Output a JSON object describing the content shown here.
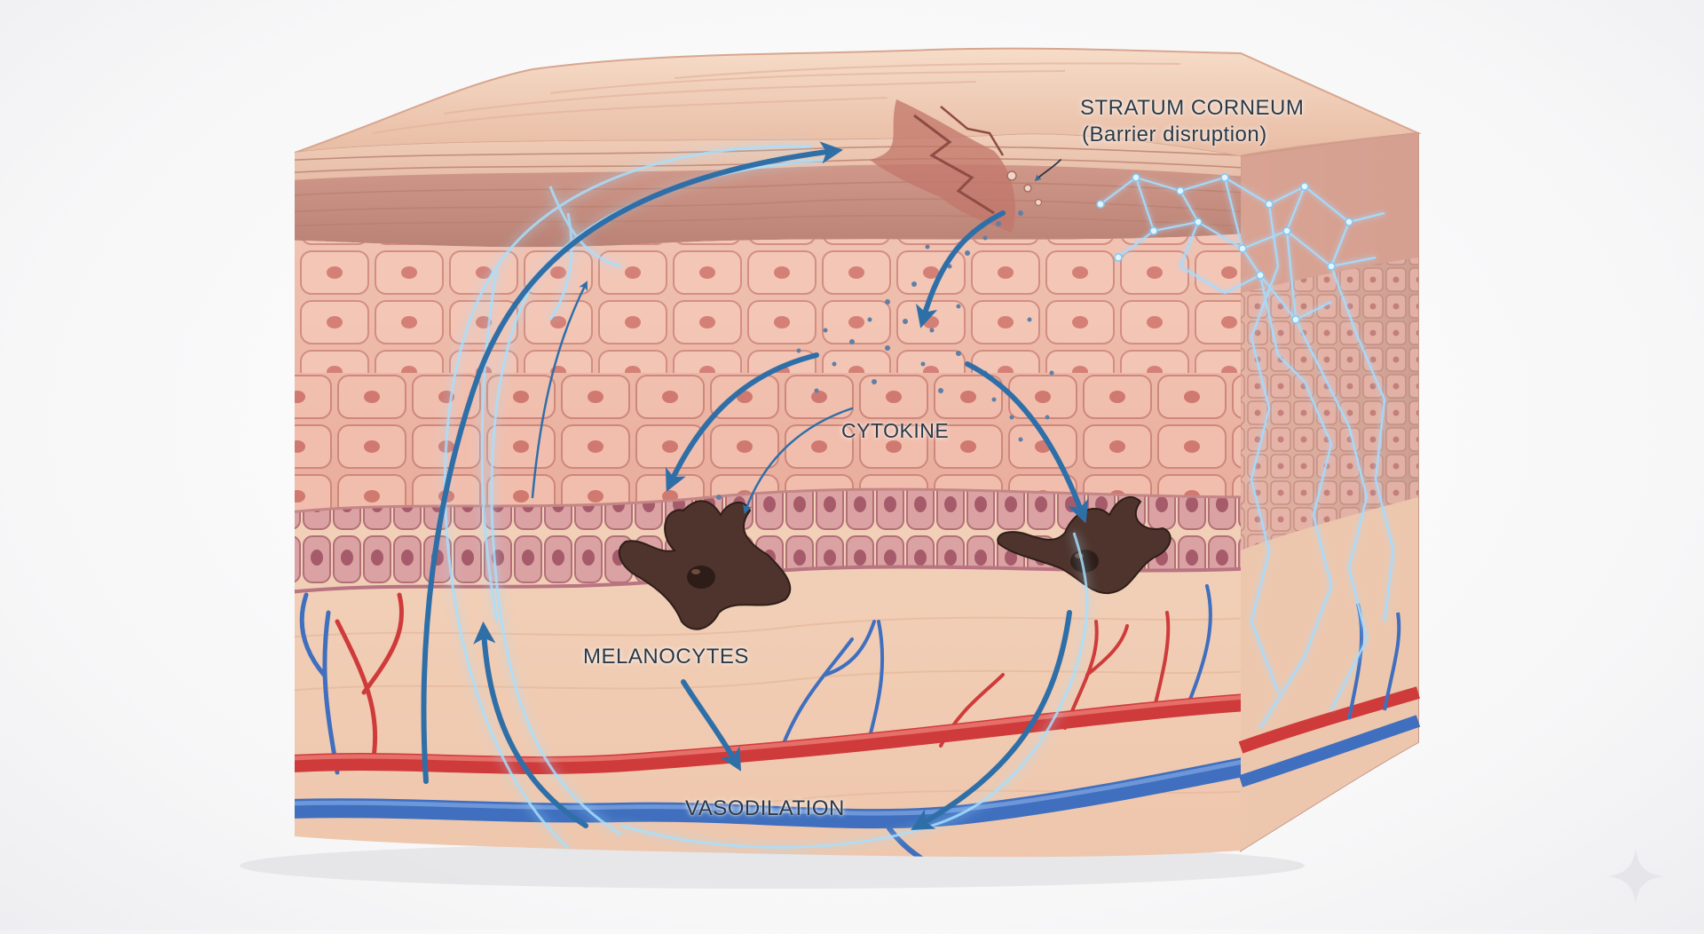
{
  "labels": {
    "stratum_corneum": "STRATUM CORNEUM",
    "barrier_note": "(Barrier disruption)",
    "cytokine": "CYTOKINE",
    "melanocytes": "MELANOCYTES",
    "vasodilation": "VASODILATION"
  },
  "colors": {
    "cycle_arrow": "#2f6fa8",
    "energy_glow": "#8fd3ff",
    "stratum_corneum": "#e7b9a2",
    "epidermis": "#efbcac",
    "basal_layer": "#cf8e92",
    "dermis": "#f4d2bc",
    "artery": "#cf3b3b",
    "vein": "#3f6fbe",
    "melanocyte": "#4e342c"
  },
  "icons": {
    "corner_mark": "sparkle-icon"
  }
}
